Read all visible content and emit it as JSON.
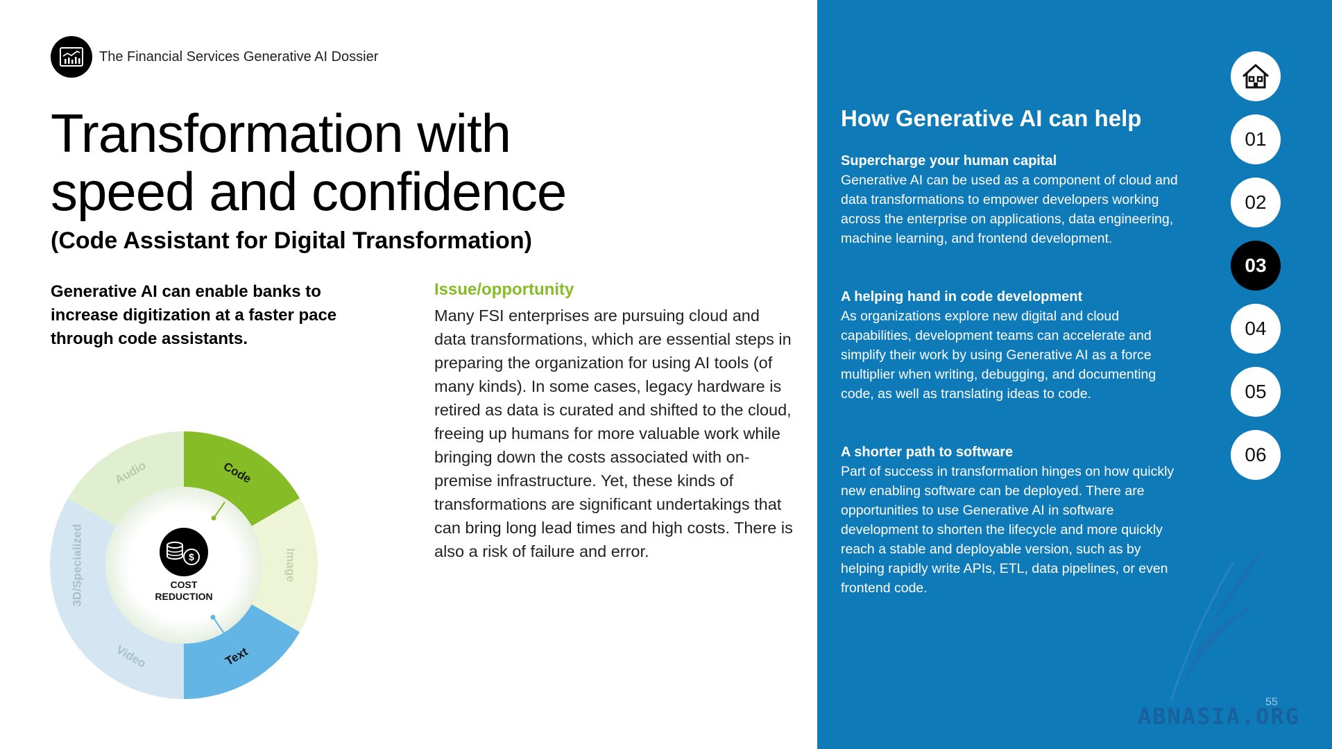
{
  "header": {
    "dossier_title": "The Financial Services Generative AI Dossier"
  },
  "title": {
    "line1": "Transformation with",
    "line2": "speed and confidence"
  },
  "subtitle": "(Code Assistant for Digital Transformation)",
  "lead": "Generative AI can enable banks to increase digitization at a faster pace through code assistants.",
  "issue": {
    "heading": "Issue/opportunity",
    "body": "Many FSI enterprises are pursuing cloud and data transformations, which are essential steps in preparing the organization for using AI tools (of many kinds). In some cases, legacy hardware is retired as data is curated and shifted to the cloud, freeing up humans for more valuable work while bringing down the costs associated with on-premise infrastructure. Yet, these kinds of transformations are significant undertakings that can bring long lead times and high costs. There is also a risk of failure and error."
  },
  "wheel": {
    "center_line1": "COST",
    "center_line2": "REDUCTION",
    "center_icon": "coins-dollar-icon",
    "segments": [
      {
        "label": "Code",
        "color": "#86bc25",
        "text_color": "#1a1a1a"
      },
      {
        "label": "Image",
        "color": "#eef5d6",
        "text_color": "#c8cfae"
      },
      {
        "label": "Text",
        "color": "#62b5e5",
        "text_color": "#111111"
      },
      {
        "label": "Video",
        "color": "#d3e6f2",
        "text_color": "#a9bfcd"
      },
      {
        "label": "3D/Specialized",
        "color": "#d3e6f2",
        "text_color": "#a9bfcd"
      },
      {
        "label": "Audio",
        "color": "#dfefd0",
        "text_color": "#b7c9a6"
      }
    ]
  },
  "panel": {
    "title": "How Generative AI can help",
    "sections": [
      {
        "heading": "Supercharge your human capital",
        "body": "Generative AI can be used as a component of cloud and data transformations to empower developers working across the enterprise on applications, data engineering, machine learning, and frontend development."
      },
      {
        "heading": "A helping hand in code development",
        "body": "As organizations explore new digital and cloud capabilities, development teams can accelerate and simplify their work by using Generative AI as a force multiplier when writing, debugging, and documenting code, as well as translating ideas to code."
      },
      {
        "heading": "A shorter path to software",
        "body": "Part of success in transformation hinges on how quickly new enabling software can be deployed. There are opportunities to use Generative AI in software development to shorten the lifecycle and more quickly reach a stable and deployable version, such as by helping rapidly write APIs, ETL, data pipelines, or even frontend code."
      }
    ]
  },
  "nav": {
    "home_icon": "home-icon",
    "items": [
      "01",
      "02",
      "03",
      "04",
      "05",
      "06"
    ],
    "active": "03"
  },
  "page_number": "55",
  "watermark": "ABNASIA.ORG",
  "colors": {
    "accent_green": "#86bc25",
    "panel_blue": "#0f7ab8",
    "active_nav": "#000000"
  }
}
